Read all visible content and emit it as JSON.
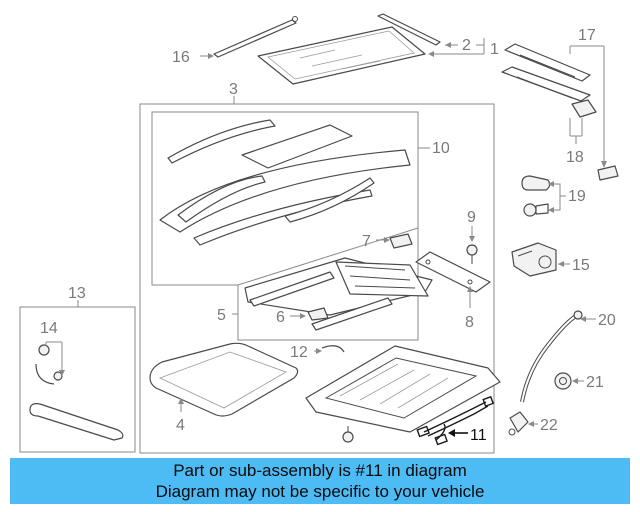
{
  "banner": {
    "line1": "Part or sub-assembly is #11 in diagram",
    "line2": "Diagram may not be specific to your vehicle"
  },
  "highlight_color": "#4dbcf5",
  "highlighted_callout": "11",
  "callouts": {
    "c1": "1",
    "c2": "2",
    "c3": "3",
    "c4": "4",
    "c5": "5",
    "c6": "6",
    "c7": "7",
    "c8": "8",
    "c9": "9",
    "c10": "10",
    "c11": "11",
    "c12": "12",
    "c13": "13",
    "c14": "14",
    "c15": "15",
    "c16": "16",
    "c17": "17",
    "c18": "18",
    "c19": "19",
    "c20": "20",
    "c21": "21",
    "c22": "22"
  }
}
